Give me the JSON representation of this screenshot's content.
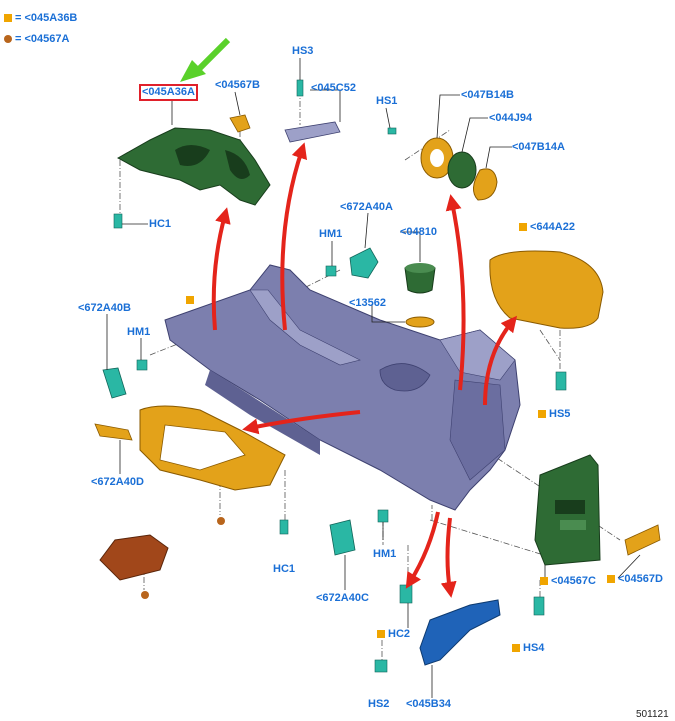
{
  "legend": {
    "square_text": "= <045A36B",
    "dot_text": "= <04567A"
  },
  "labels": {
    "l045A36A": "<045A36A",
    "l04567B": "<04567B",
    "HS3": "HS3",
    "l045C52": "<045C52",
    "HS1": "HS1",
    "l047B14B": "<047B14B",
    "l044J94": "<044J94",
    "l047B14A": "<047B14A",
    "HC1_top": "HC1",
    "l672A40A": "<672A40A",
    "HM1_top": "HM1",
    "l04810": "<04810",
    "l644A22": "<644A22",
    "l13562": "<13562",
    "l672A40B": "<672A40B",
    "HM1_left": "HM1",
    "HS5": "HS5",
    "l672A40D": "<672A40D",
    "HC1_bottom": "HC1",
    "HM1_bottom": "HM1",
    "l672A40C": "<672A40C",
    "HC2": "HC2",
    "l04567C": "<04567C",
    "l04567D": "<04567D",
    "HS4": "HS4",
    "HS2": "HS2",
    "l045B34": "<045B34",
    "ref": "501121"
  },
  "colors": {
    "label_blue": "#1a6fd6",
    "console_gray": "#7c7fae",
    "green_part": "#2e6b34",
    "orange_part": "#e3a21a",
    "brown_part": "#b8651c",
    "teal_clip": "#2ab7a4",
    "blue_bracket": "#1f63b8",
    "arrow_red": "#e4241b",
    "arrow_green": "#5ad12a"
  }
}
